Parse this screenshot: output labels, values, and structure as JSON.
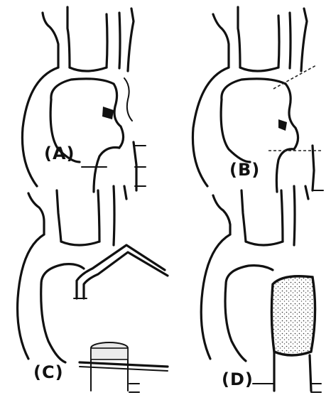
{
  "figure": {
    "panels": [
      {
        "id": "A",
        "label": "(A)"
      },
      {
        "id": "B",
        "label": "(B)"
      },
      {
        "id": "C",
        "label": "(C)"
      },
      {
        "id": "D",
        "label": "(D)"
      }
    ],
    "colors": {
      "ink": "#111111",
      "background": "#ffffff",
      "graft_fill": "#d8d8d8"
    }
  }
}
